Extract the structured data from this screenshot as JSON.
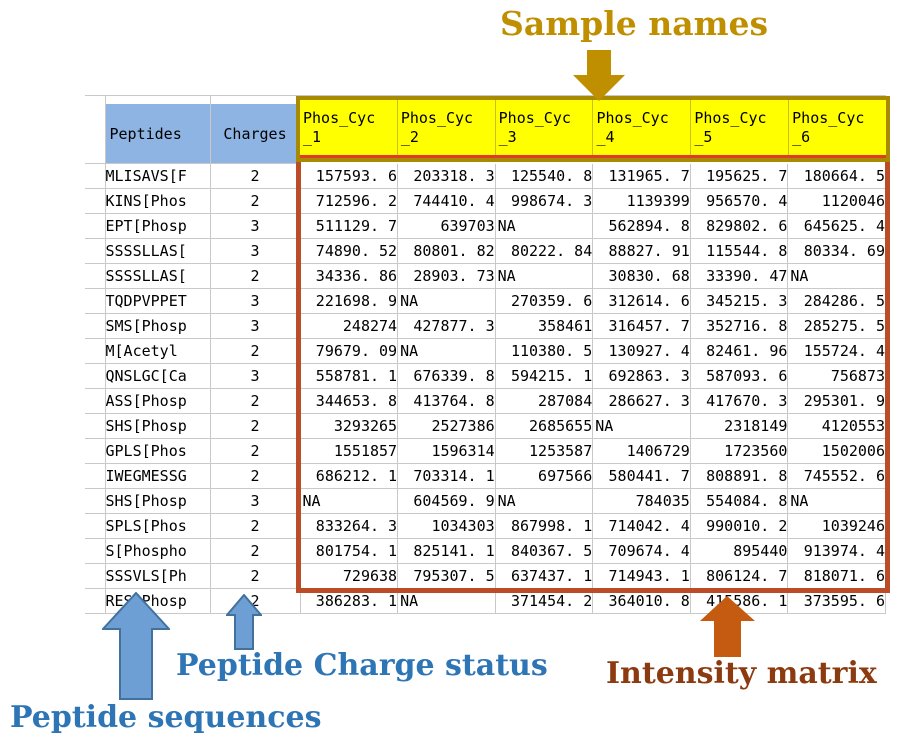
{
  "annotations": {
    "sample_names": {
      "label": "Sample names"
    },
    "peptide_sequences": {
      "label": "Peptide sequences"
    },
    "peptide_charge_status": {
      "label": "Peptide Charge status"
    },
    "intensity_matrix": {
      "label": "Intensity matrix"
    }
  },
  "colors": {
    "gold_text_arrow": "#BF8F00",
    "blue_text": "#2E75B6",
    "blue_arrow_fill": "#6D9ED4",
    "blue_arrow_border": "#41719C",
    "orange_arrow": "#C55A11",
    "brown_text": "#8C3A10",
    "header_yellow": "#FFFF00",
    "header_blue": "#8DB4E2",
    "olive_box_border": "#A88A00",
    "matrix_box_border": "#BC4B28",
    "red_underline": "#E23A28",
    "gridline": "#C9C9C9"
  },
  "table": {
    "peptides_header": "Peptides",
    "charges_header": "Charges",
    "sample_headers": [
      {
        "line1": "Phos_Cyc",
        "line2": "_1"
      },
      {
        "line1": "Phos_Cyc",
        "line2": "_2"
      },
      {
        "line1": "Phos_Cyc",
        "line2": "_3"
      },
      {
        "line1": "Phos_Cyc",
        "line2": "_4"
      },
      {
        "line1": "Phos_Cyc",
        "line2": "_5"
      },
      {
        "line1": "Phos_Cyc",
        "line2": "_6"
      }
    ],
    "rows": [
      {
        "peptide": "MLISAVS[F",
        "charge": "2",
        "values": [
          "157593. 6",
          "203318. 3",
          "125540. 8",
          "131965. 7",
          "195625. 7",
          "180664. 5"
        ]
      },
      {
        "peptide": "KINS[Phos",
        "charge": "2",
        "values": [
          "712596. 2",
          "744410. 4",
          "998674. 3",
          "1139399",
          "956570. 4",
          "1120046"
        ]
      },
      {
        "peptide": "EPT[Phosp",
        "charge": "3",
        "values": [
          "511129. 7",
          "639703",
          "NA",
          "562894. 8",
          "829802. 6",
          "645625. 4"
        ]
      },
      {
        "peptide": "SSSSLLAS[",
        "charge": "3",
        "values": [
          "74890. 52",
          "80801. 82",
          "80222. 84",
          "88827. 91",
          "115544. 8",
          "80334. 69"
        ]
      },
      {
        "peptide": "SSSSLLAS[",
        "charge": "2",
        "values": [
          "34336. 86",
          "28903. 73",
          "NA",
          "30830. 68",
          "33390. 47",
          "NA"
        ]
      },
      {
        "peptide": "TQDPVPPET",
        "charge": "3",
        "values": [
          "221698. 9",
          "NA",
          "270359. 6",
          "312614. 6",
          "345215. 3",
          "284286. 5"
        ]
      },
      {
        "peptide": "SMS[Phosp",
        "charge": "3",
        "values": [
          "248274",
          "427877. 3",
          "358461",
          "316457. 7",
          "352716. 8",
          "285275. 5"
        ]
      },
      {
        "peptide": "M[Acetyl",
        "charge": "2",
        "values": [
          "79679. 09",
          "NA",
          "110380. 5",
          "130927. 4",
          "82461. 96",
          "155724. 4"
        ]
      },
      {
        "peptide": "QNSLGC[Ca",
        "charge": "3",
        "values": [
          "558781. 1",
          "676339. 8",
          "594215. 1",
          "692863. 3",
          "587093. 6",
          "756873"
        ]
      },
      {
        "peptide": "ASS[Phosp",
        "charge": "2",
        "values": [
          "344653. 8",
          "413764. 8",
          "287084",
          "286627. 3",
          "417670. 3",
          "295301. 9"
        ]
      },
      {
        "peptide": "SHS[Phosp",
        "charge": "2",
        "values": [
          "3293265",
          "2527386",
          "2685655",
          "NA",
          "2318149",
          "4120553"
        ]
      },
      {
        "peptide": "GPLS[Phos",
        "charge": "2",
        "values": [
          "1551857",
          "1596314",
          "1253587",
          "1406729",
          "1723560",
          "1502006"
        ]
      },
      {
        "peptide": "IWEGMESSG",
        "charge": "2",
        "values": [
          "686212. 1",
          "703314. 1",
          "697566",
          "580441. 7",
          "808891. 8",
          "745552. 6"
        ]
      },
      {
        "peptide": "SHS[Phosp",
        "charge": "3",
        "values": [
          "NA",
          "604569. 9",
          "NA",
          "784035",
          "554084. 8",
          "NA"
        ]
      },
      {
        "peptide": "SPLS[Phos",
        "charge": "2",
        "values": [
          "833264. 3",
          "1034303",
          "867998. 1",
          "714042. 4",
          "990010. 2",
          "1039246"
        ]
      },
      {
        "peptide": "S[Phospho",
        "charge": "2",
        "values": [
          "801754. 1",
          "825141. 1",
          "840367. 5",
          "709674. 4",
          "895440",
          "913974. 4"
        ]
      },
      {
        "peptide": "SSSVLS[Ph",
        "charge": "2",
        "values": [
          "729638",
          "795307. 5",
          "637437. 1",
          "714943. 1",
          "806124. 7",
          "818071. 6"
        ]
      },
      {
        "peptide": "RES[Phosp",
        "charge": "2",
        "values": [
          "386283. 1",
          "NA",
          "371454. 2",
          "364010. 8",
          "415586. 1",
          "373595. 6"
        ]
      }
    ]
  }
}
